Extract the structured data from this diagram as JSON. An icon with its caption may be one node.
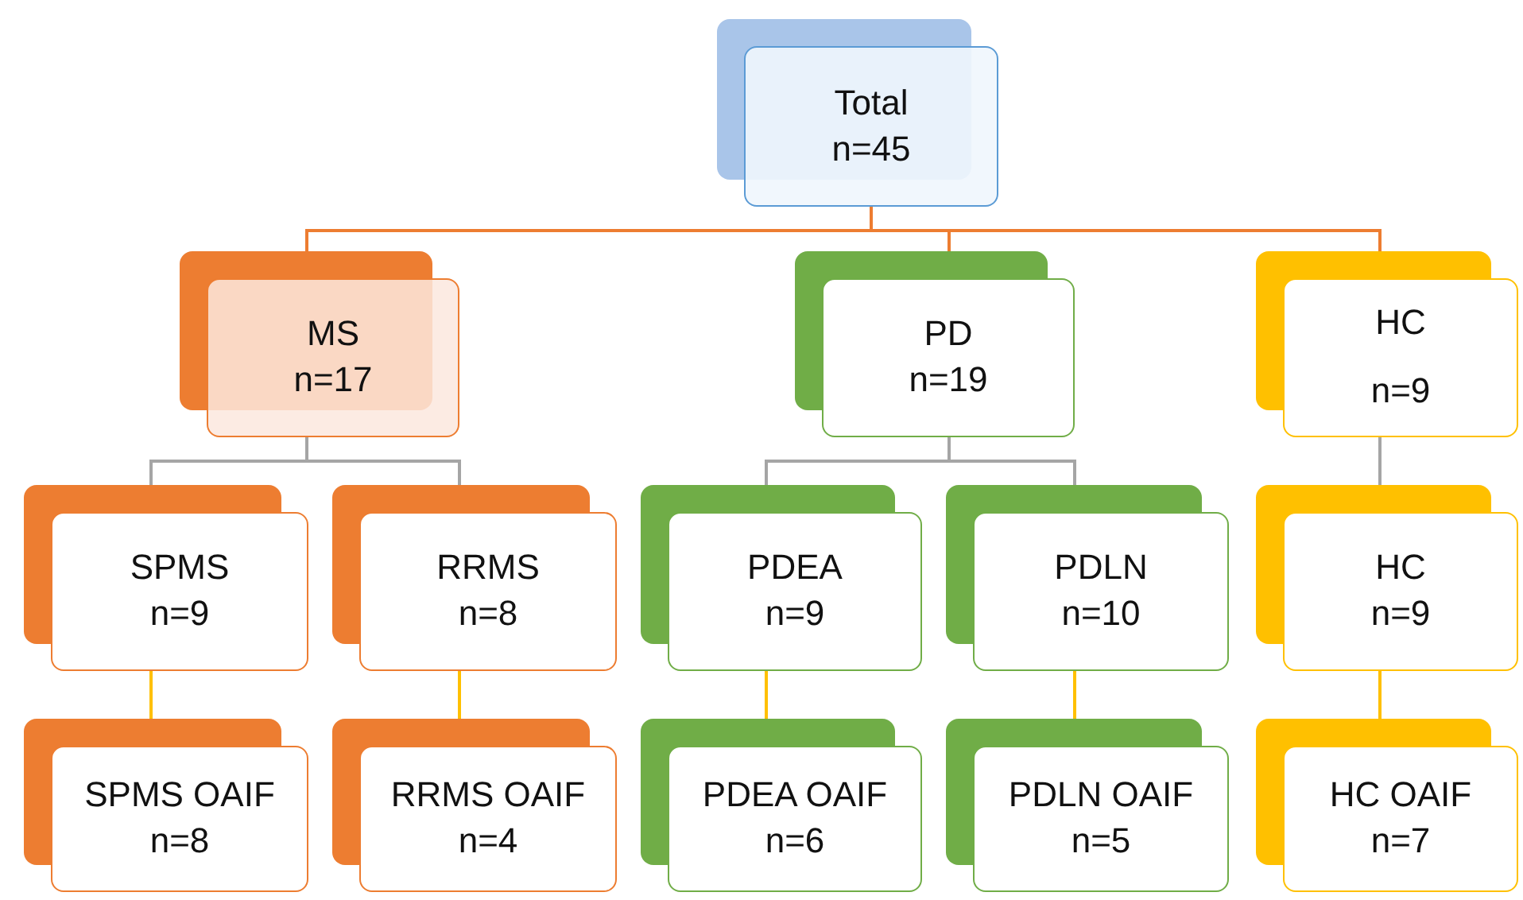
{
  "diagram": {
    "nodes": [
      {
        "text": [
          "Total",
          "n=45"
        ]
      },
      {
        "text": [
          "MS",
          "n=17"
        ]
      },
      {
        "text": [
          "PD",
          "n=19"
        ]
      },
      {
        "text": [
          "HC",
          "n=9"
        ]
      },
      {
        "text": [
          "SPMS",
          "n=9"
        ]
      },
      {
        "text": [
          "RRMS",
          "n=8"
        ]
      },
      {
        "text": [
          "PDEA",
          "n=9"
        ]
      },
      {
        "text": [
          "PDLN",
          "n=10"
        ]
      },
      {
        "text": [
          "HC",
          "n=9"
        ]
      },
      {
        "text": [
          "SPMS OAIF",
          "n=8"
        ]
      },
      {
        "text": [
          "RRMS OAIF",
          "n=4"
        ]
      },
      {
        "text": [
          "PDEA OAIF",
          "n=6"
        ]
      },
      {
        "text": [
          "PDLN OAIF",
          "n=5"
        ]
      },
      {
        "text": [
          "HC OAIF",
          "n=7"
        ]
      }
    ],
    "edges": [
      {
        "from": 0,
        "to": 1,
        "arrow": "none",
        "color": "#ed7d31"
      },
      {
        "from": 0,
        "to": 2,
        "arrow": "none",
        "color": "#ed7d31"
      },
      {
        "from": 0,
        "to": 3,
        "arrow": "none",
        "color": "#ed7d31"
      },
      {
        "from": 1,
        "to": 4,
        "arrow": "none",
        "color": "#a5a5a5"
      },
      {
        "from": 1,
        "to": 5,
        "arrow": "none",
        "color": "#a5a5a5"
      },
      {
        "from": 2,
        "to": 6,
        "arrow": "none",
        "color": "#a5a5a5"
      },
      {
        "from": 2,
        "to": 7,
        "arrow": "none",
        "color": "#a5a5a5"
      },
      {
        "from": 3,
        "to": 8,
        "arrow": "none",
        "color": "#a5a5a5"
      },
      {
        "from": 4,
        "to": 9,
        "arrow": "none",
        "color": "#ffc000"
      },
      {
        "from": 5,
        "to": 10,
        "arrow": "none",
        "color": "#ffc000"
      },
      {
        "from": 6,
        "to": 11,
        "arrow": "none",
        "color": "#ffc000"
      },
      {
        "from": 7,
        "to": 12,
        "arrow": "none",
        "color": "#ffc000"
      },
      {
        "from": 8,
        "to": 13,
        "arrow": "none",
        "color": "#ffc000"
      }
    ]
  }
}
